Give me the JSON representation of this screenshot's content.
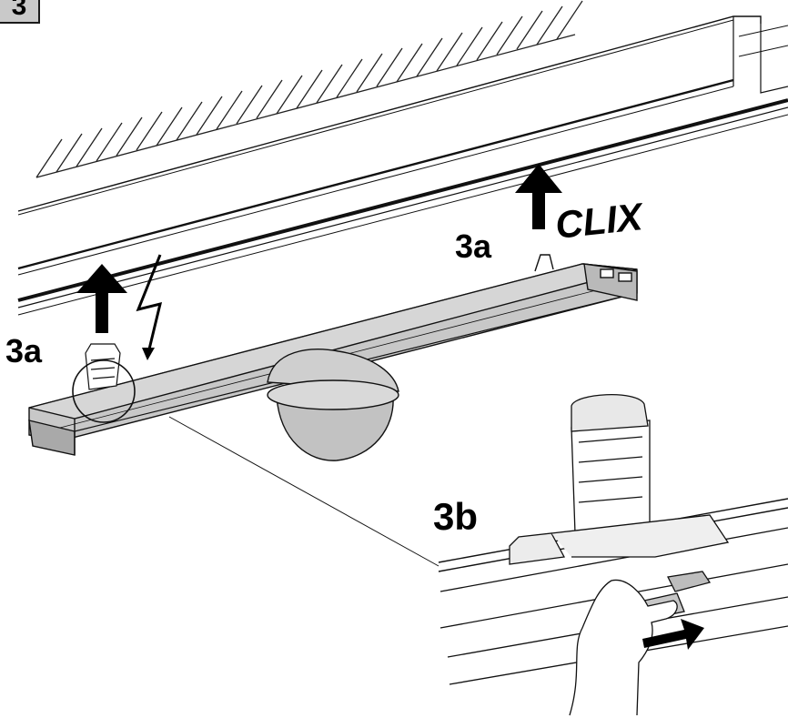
{
  "step_number": "3",
  "labels": {
    "step_a_top": "3a",
    "step_a_left": "3a",
    "step_b": "3b",
    "click_word": "CLIX"
  },
  "colors": {
    "housing": "#c8c8c8",
    "housing_dark": "#a9a9a9",
    "outline": "#111111",
    "arrow": "#000000",
    "step_tab": "#c9c9c9"
  },
  "icons": [
    "up-arrow-icon",
    "lightning-icon",
    "right-arrow-icon",
    "hand-icon",
    "detail-circle-icon"
  ]
}
